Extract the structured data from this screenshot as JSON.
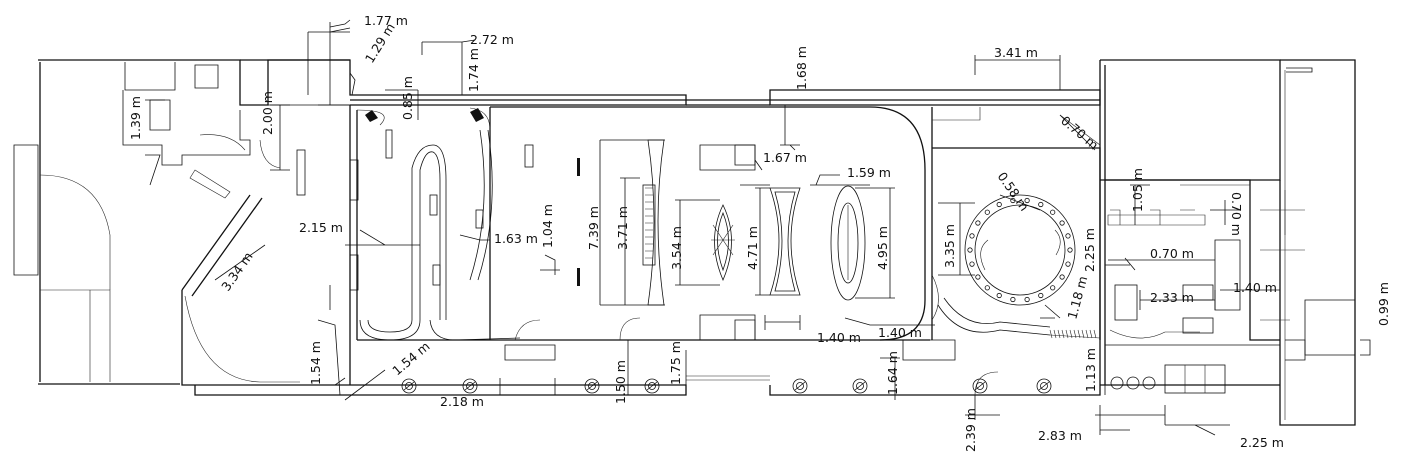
{
  "colors": {
    "line": "#111111",
    "background": "#ffffff"
  },
  "dimensions": [
    {
      "id": "d1",
      "text": "1.77 m"
    },
    {
      "id": "d2",
      "text": "1.29 m"
    },
    {
      "id": "d3",
      "text": "2.72 m"
    },
    {
      "id": "d4",
      "text": "1.74 m"
    },
    {
      "id": "d5",
      "text": "0.85 m"
    },
    {
      "id": "d6",
      "text": "2.00 m"
    },
    {
      "id": "d7",
      "text": "1.39 m"
    },
    {
      "id": "d8",
      "text": "1.68 m"
    },
    {
      "id": "d9",
      "text": "3.41 m"
    },
    {
      "id": "d10",
      "text": "0.70 m"
    },
    {
      "id": "d11",
      "text": "1.67 m"
    },
    {
      "id": "d12",
      "text": "1.59 m"
    },
    {
      "id": "d13",
      "text": "0.58 m"
    },
    {
      "id": "d14",
      "text": "1.05 m"
    },
    {
      "id": "d15",
      "text": "0.70 m"
    },
    {
      "id": "d16",
      "text": "2.15 m"
    },
    {
      "id": "d17",
      "text": "1.63 m"
    },
    {
      "id": "d18",
      "text": "1.04 m"
    },
    {
      "id": "d19",
      "text": "7.39 m"
    },
    {
      "id": "d20",
      "text": "3.71 m"
    },
    {
      "id": "d21",
      "text": "3.54 m"
    },
    {
      "id": "d22",
      "text": "4.71 m"
    },
    {
      "id": "d23",
      "text": "4.95 m"
    },
    {
      "id": "d24",
      "text": "3.35 m"
    },
    {
      "id": "d25",
      "text": "2.25 m"
    },
    {
      "id": "d26",
      "text": "0.70 m"
    },
    {
      "id": "d27",
      "text": "3.34 m"
    },
    {
      "id": "d28",
      "text": "2.33 m"
    },
    {
      "id": "d29",
      "text": "1.40 m"
    },
    {
      "id": "d30",
      "text": "0.99 m"
    },
    {
      "id": "d31",
      "text": "1.18 m"
    },
    {
      "id": "d32",
      "text": "1.40 m"
    },
    {
      "id": "d33",
      "text": "1.40 m"
    },
    {
      "id": "d34",
      "text": "1.54 m"
    },
    {
      "id": "d35",
      "text": "1.54 m"
    },
    {
      "id": "d36",
      "text": "2.18 m"
    },
    {
      "id": "d37",
      "text": "1.50 m"
    },
    {
      "id": "d38",
      "text": "1.75 m"
    },
    {
      "id": "d39",
      "text": "1.64 m"
    },
    {
      "id": "d40",
      "text": "1.13 m"
    },
    {
      "id": "d41",
      "text": "2.39 m"
    },
    {
      "id": "d42",
      "text": "2.83 m"
    },
    {
      "id": "d43",
      "text": "2.25 m"
    }
  ]
}
